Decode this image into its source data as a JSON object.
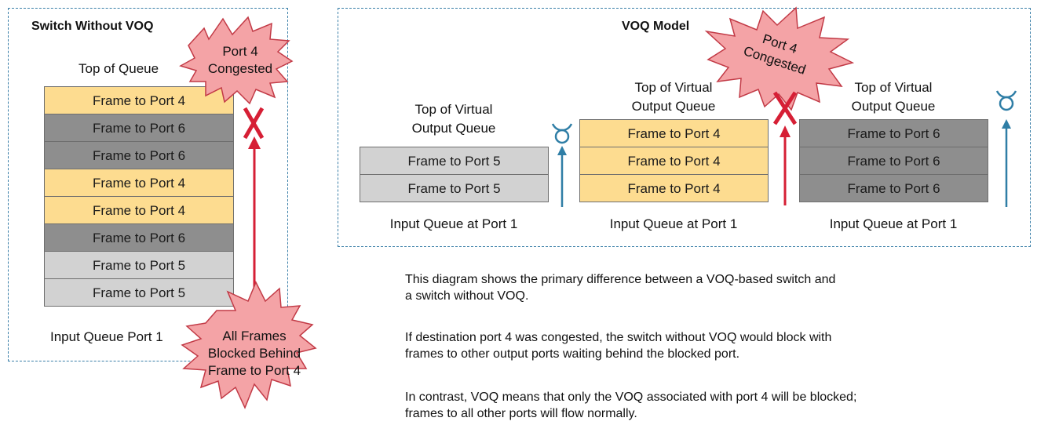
{
  "left_panel": {
    "title": "Switch Without VOQ",
    "queue_top_label": "Top of Queue",
    "frames": [
      {
        "label": "Frame to Port 4",
        "color": "#fddc90"
      },
      {
        "label": "Frame to Port 6",
        "color": "#8e8e8e"
      },
      {
        "label": "Frame to Port 6",
        "color": "#8e8e8e"
      },
      {
        "label": "Frame to Port 4",
        "color": "#fddc90"
      },
      {
        "label": "Frame to Port 4",
        "color": "#fddc90"
      },
      {
        "label": "Frame to Port 6",
        "color": "#8e8e8e"
      },
      {
        "label": "Frame to Port 5",
        "color": "#d2d2d2"
      },
      {
        "label": "Frame to Port 5",
        "color": "#d2d2d2"
      }
    ],
    "queue_bottom_label": "Input Queue Port 1",
    "congested_burst": [
      "Port 4",
      "Congested"
    ],
    "blocked_burst": [
      "All Frames",
      "Blocked Behind",
      "Frame to Port 4"
    ]
  },
  "right_panel": {
    "title": "VOQ Model",
    "congested_burst": [
      "Port 4",
      "Congested"
    ],
    "queues": [
      {
        "top_label": [
          "Top of Virtual",
          "Output Queue"
        ],
        "frames": [
          "Frame to Port 5",
          "Frame to Port 5"
        ],
        "color": "#d2d2d2",
        "bottom_label": "Input Queue at Port 1",
        "status": "flowing"
      },
      {
        "top_label": [
          "Top of Virtual",
          "Output Queue"
        ],
        "frames": [
          "Frame to Port 4",
          "Frame to Port 4",
          "Frame to Port 4"
        ],
        "color": "#fddc90",
        "bottom_label": "Input Queue at Port 1",
        "status": "blocked"
      },
      {
        "top_label": [
          "Top of Virtual",
          "Output Queue"
        ],
        "frames": [
          "Frame to Port 6",
          "Frame to Port 6",
          "Frame to Port 6"
        ],
        "color": "#8e8e8e",
        "bottom_label": "Input Queue at Port 1",
        "status": "flowing"
      }
    ]
  },
  "description": [
    [
      "This diagram shows the primary difference between a VOQ-based switch and",
      "a switch without VOQ."
    ],
    [
      "If destination port 4 was congested, the switch without VOQ would block with",
      "frames to other output ports waiting behind the blocked port."
    ],
    [
      "In contrast, VOQ means that only the VOQ associated with port 4 will be blocked;",
      "frames to all other ports will flow normally."
    ]
  ],
  "colors": {
    "panel_border": "#3a7fa8",
    "burst_fill": "#f4a3a6",
    "burst_stroke": "#c23a46",
    "block_red": "#d61f35",
    "flow_blue": "#2f7ea6"
  }
}
